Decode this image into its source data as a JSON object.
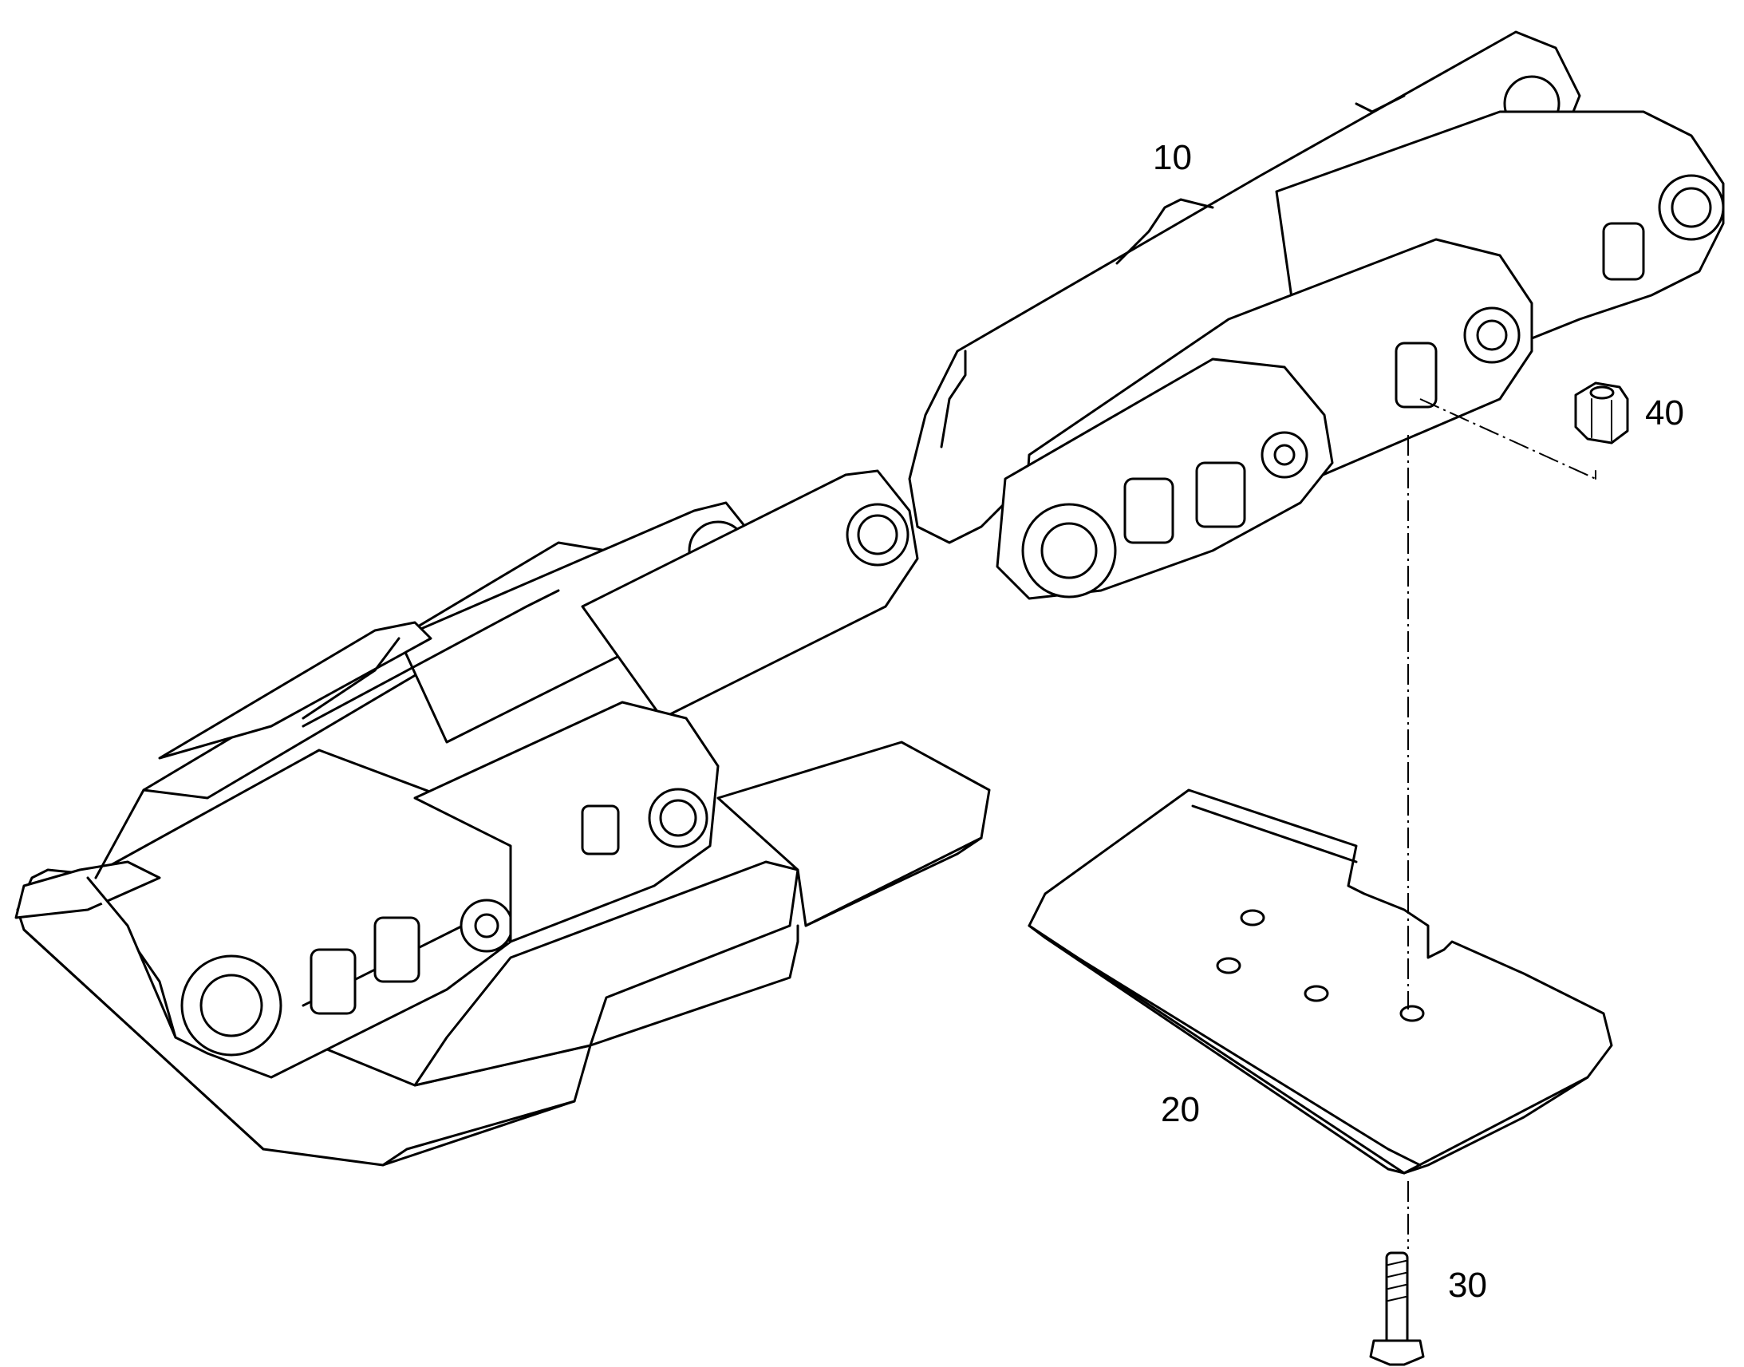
{
  "callouts": {
    "chain": "10",
    "shoe": "20",
    "bolt": "30",
    "nut": "40"
  },
  "colors": {
    "line": "#000000",
    "background": "#ffffff"
  }
}
